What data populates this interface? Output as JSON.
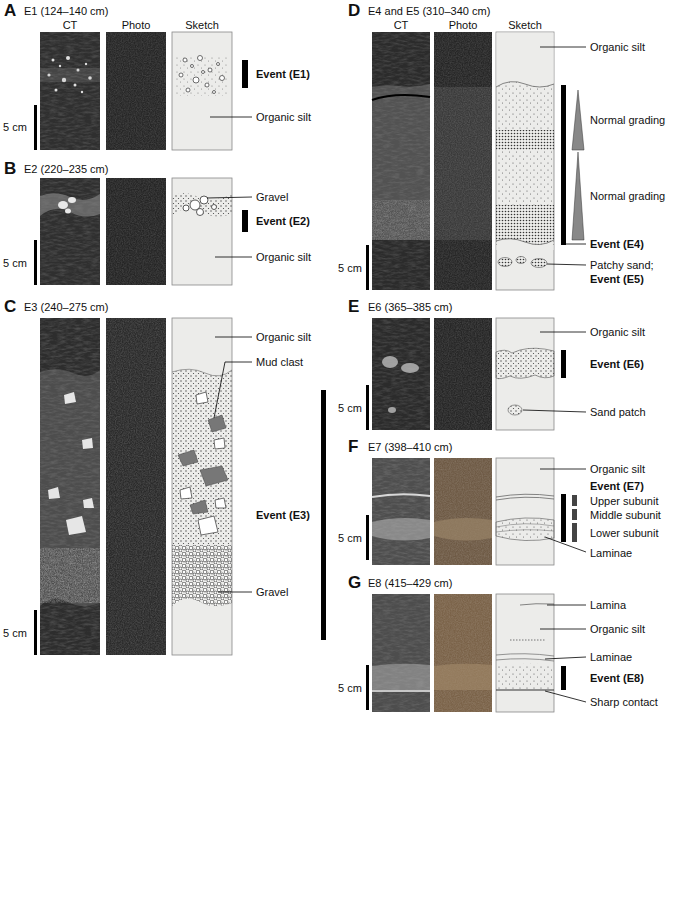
{
  "diagram": {
    "labels": [
      "A",
      "E1 (124–140 cm)",
      "CT",
      "Photo",
      "Sketch",
      "Event (E1)",
      "Organic silt",
      "5 cm",
      "B",
      "E2 (220–235 cm)",
      "Gravel",
      "Event (E2)",
      "Organic silt",
      "5 cm",
      "C",
      "E3 (240–275 cm)",
      "Organic silt",
      "Mud clast",
      "Event (E3)",
      "Gravel",
      "5 cm",
      "D",
      "E4 and E5 (310–340 cm)",
      "CT",
      "Photo",
      "Sketch",
      "Organic silt",
      "Normal grading",
      "Normal grading",
      "Event (E4)",
      "Patchy sand;",
      "Event (E5)",
      "5 cm",
      "E",
      "E6 (365–385 cm)",
      "Organic silt",
      "Event (E6)",
      "Sand patch",
      "5 cm",
      "F",
      "E7 (398–410 cm)",
      "Organic silt",
      "Event (E7)",
      "Upper subunit",
      "Middle subunit",
      "Lower subunit",
      "Laminae",
      "5 cm",
      "G",
      "E8 (415–429 cm)",
      "Lamina",
      "Organic silt",
      "Laminae",
      "Event (E8)",
      "Sharp contact",
      "5 cm"
    ]
  }
}
